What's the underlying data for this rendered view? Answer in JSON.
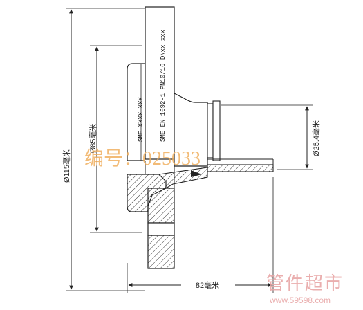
{
  "dimensions": {
    "outer_diameter": "Ø115毫米",
    "bolt_circle": "Ø85毫米",
    "tube_diameter": "Ø25.4毫米",
    "length": "82毫米"
  },
  "stamp": {
    "line1": "SME  EN 1092-1 PN10/16 DNxx xxx",
    "line2": "SME  XXXX XXX"
  },
  "watermark": {
    "code": "编号：025033",
    "brand": "管件超市",
    "url": "www.59598.com"
  },
  "colors": {
    "line": "#222222",
    "watermark_code": "#f0b060",
    "watermark_brand": "#e8a6a6"
  }
}
